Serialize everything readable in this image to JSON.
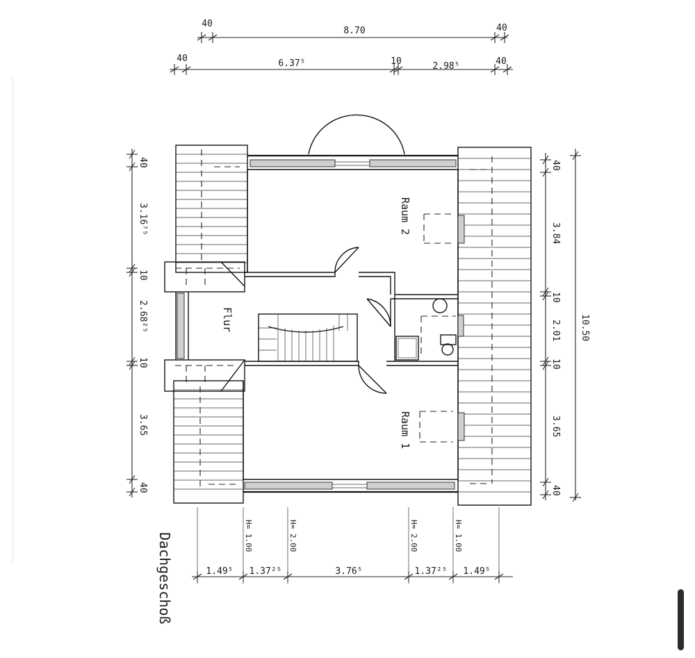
{
  "drawing": {
    "title": "Dachgeschoß",
    "rooms": {
      "room2": "Raum 2",
      "room1": "Raum 1",
      "hall": "Flur"
    }
  },
  "dimensions": {
    "top_row1": [
      "40",
      "8.70",
      "40"
    ],
    "top_row2": [
      "40",
      "6.37⁵",
      "10",
      "2.98⁵",
      "40"
    ],
    "left_col": [
      "40",
      "3.16⁷⁵",
      "10",
      "2.68²⁵",
      "10",
      "3.65",
      "40"
    ],
    "right_col": [
      "40",
      "3.84",
      "10",
      "2.01",
      "10",
      "3.65",
      "40"
    ],
    "right_total": "10.50",
    "bottom_row": [
      "1.49⁵",
      "1.37²⁵",
      "3.76⁵",
      "1.37²⁵",
      "1.49⁵"
    ],
    "heights": [
      "H= 1.00",
      "H= 2.00",
      "H= 2.00",
      "H= 1.00"
    ]
  }
}
